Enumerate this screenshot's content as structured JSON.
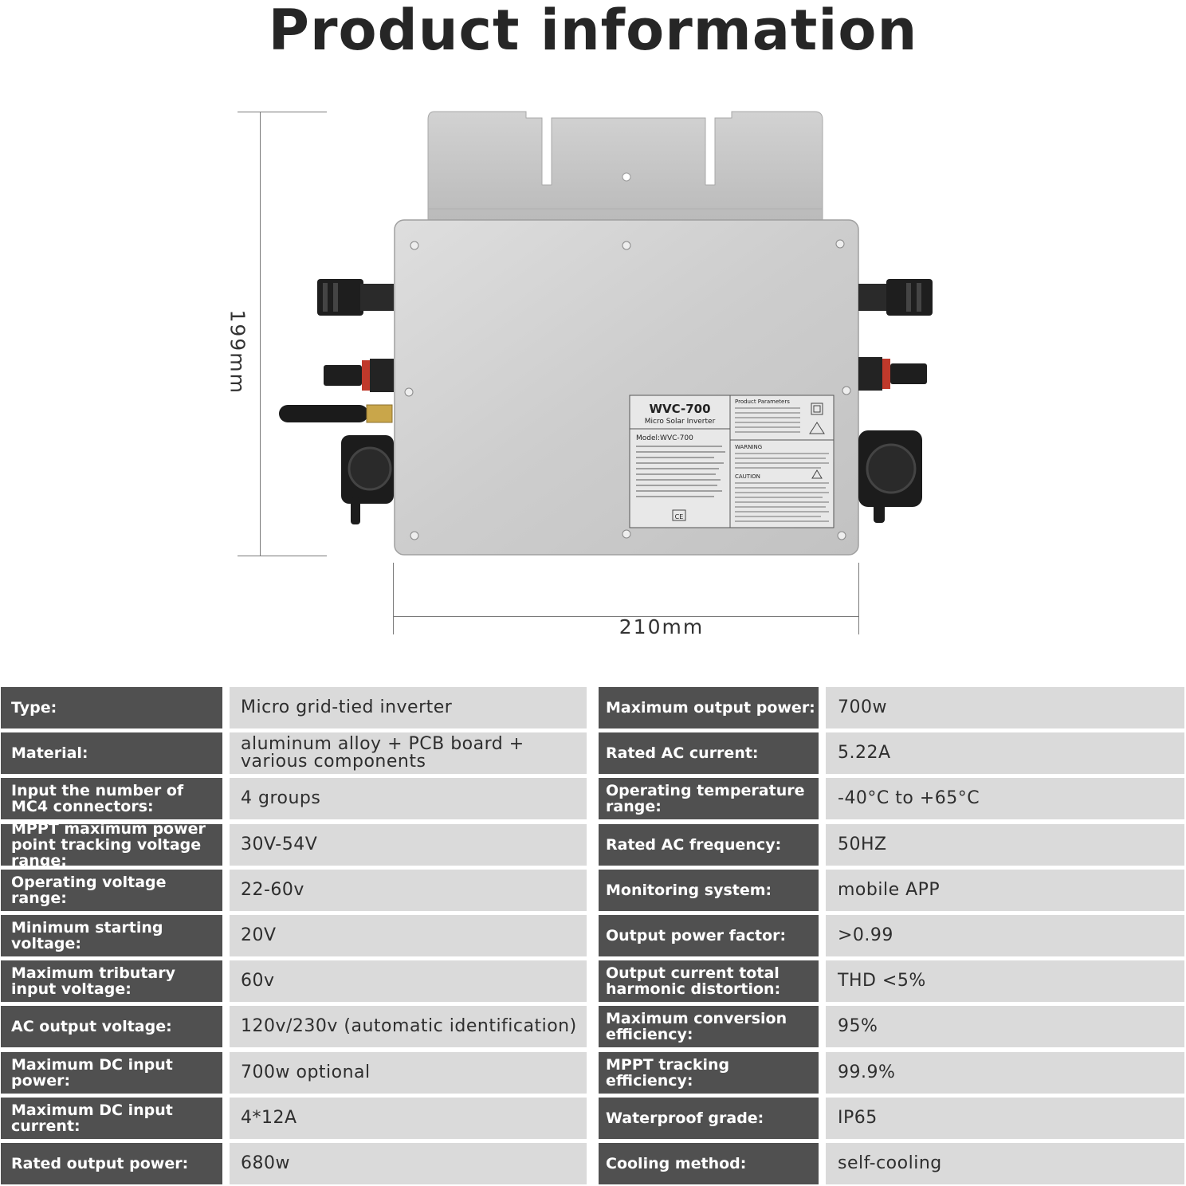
{
  "page": {
    "title": "Product information"
  },
  "dimensions": {
    "height_label": "199mm",
    "width_label": "210mm"
  },
  "product_label": {
    "model_large": "WVC-700",
    "model_sub": "Micro Solar Inverter",
    "model_line": "Model:WVC-700",
    "params_title": "Product Parameters",
    "warning": "WARNING",
    "caution": "CAUTION",
    "ce_mark": "CE"
  },
  "specs": {
    "rows": [
      {
        "label_left": "Type:",
        "value_left": "Micro grid-tied inverter",
        "label_right": "Maximum output power:",
        "value_right": "700w"
      },
      {
        "label_left": "Material:",
        "value_left": "aluminum alloy + PCB board + various components",
        "label_right": "Rated AC current:",
        "value_right": "5.22A"
      },
      {
        "label_left": "Input the number of MC4 connectors:",
        "value_left": "4 groups",
        "label_right": "Operating temperature range:",
        "value_right": "-40°C to +65°C"
      },
      {
        "label_left": "MPPT maximum power point tracking voltage range:",
        "value_left": "30V-54V",
        "label_right": "Rated AC frequency:",
        "value_right": "50HZ"
      },
      {
        "label_left": "Operating voltage range:",
        "value_left": "22-60v",
        "label_right": "Monitoring system:",
        "value_right": "mobile APP"
      },
      {
        "label_left": "Minimum starting voltage:",
        "value_left": "20V",
        "label_right": "Output power factor:",
        "value_right": ">0.99"
      },
      {
        "label_left": "Maximum tributary input voltage:",
        "value_left": "60v",
        "label_right": "Output current total harmonic distortion:",
        "value_right": "THD <5%"
      },
      {
        "label_left": "AC output voltage:",
        "value_left": "120v/230v (automatic identification)",
        "label_right": "Maximum conversion efficiency:",
        "value_right": "95%"
      },
      {
        "label_left": "Maximum DC input power:",
        "value_left": "700w optional",
        "label_right": "MPPT tracking efficiency:",
        "value_right": "99.9%"
      },
      {
        "label_left": "Maximum DC input current:",
        "value_left": "4*12A",
        "label_right": "Waterproof grade:",
        "value_right": "IP65"
      },
      {
        "label_left": "Rated output power:",
        "value_left": "680w",
        "label_right": "Cooling method:",
        "value_right": "self-cooling"
      }
    ]
  }
}
